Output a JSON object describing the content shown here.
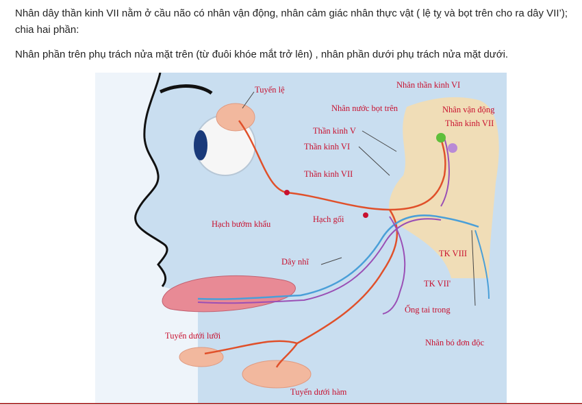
{
  "paragraphs": {
    "p1": "Nhân dây thần kinh VII nằm ở cầu não  có nhân vận động, nhân cảm giác nhân thực vật  ( lệ tỵ và bọt trên cho ra dây VII’); chia hai phần:",
    "p2": "Nhân phần trên phụ trách nửa mặt trên (từ đuôi khóe mắt trở lên) , nhân phần dưới phụ trách nửa mặt dưới."
  },
  "diagram": {
    "labels": {
      "tuyen_le": "Tuyến lệ",
      "nhan_tk_vi": "Nhân thần kinh VI",
      "nhan_nuoc_bot_tren": "Nhân nước bọt trên",
      "nhan_van_dong": "Nhân vận động",
      "than_kinh_v": "Thần kinh V",
      "nhan_tk_vii": "Thần kinh VII",
      "than_kinh_vi": "Thần kinh VI",
      "than_kinh_vii": "Thần kinh VII",
      "hach_buom_khau": "Hạch bướm khẩu",
      "hach_goi": "Hạch gối",
      "day_nhi": "Dây nhĩ",
      "tk_viii": "TK VIII",
      "tk_vii_prime": "TK VII'",
      "ong_tai_trong": "Ống tai trong",
      "tuyen_duoi_luoi": "Tuyến dưới lưỡi",
      "nhan_bo_don_doc": "Nhân bó đơn độc",
      "tuyen_duoi_ham": "Tuyến dưới hàm"
    },
    "colors": {
      "background": "#c9def0",
      "skin": "#eef4fa",
      "facial_nerve": "#e0502a",
      "sensory_nerve": "#4a9fd8",
      "visceral_nerve": "#9a4fb5",
      "label_text": "#c8102e",
      "brainstem": "#f4ddb0",
      "gland": "#f2b89e"
    }
  }
}
